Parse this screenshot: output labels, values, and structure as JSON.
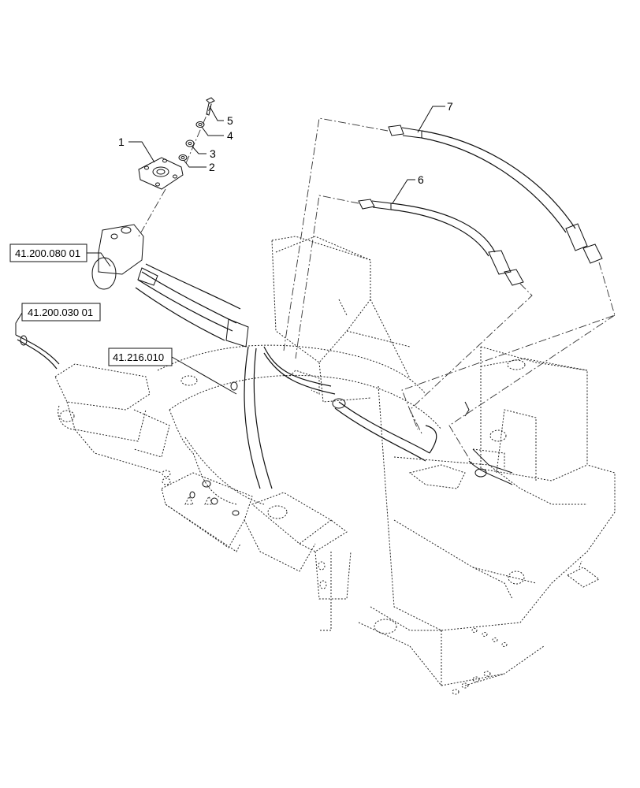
{
  "references": {
    "ref_1": "41.200.080 01",
    "ref_2": "41.200.030 01",
    "ref_3": "41.216.010"
  },
  "callouts": {
    "c1": "1",
    "c2": "2",
    "c3": "3",
    "c4": "4",
    "c5": "5",
    "c6": "6",
    "c7": "7"
  }
}
